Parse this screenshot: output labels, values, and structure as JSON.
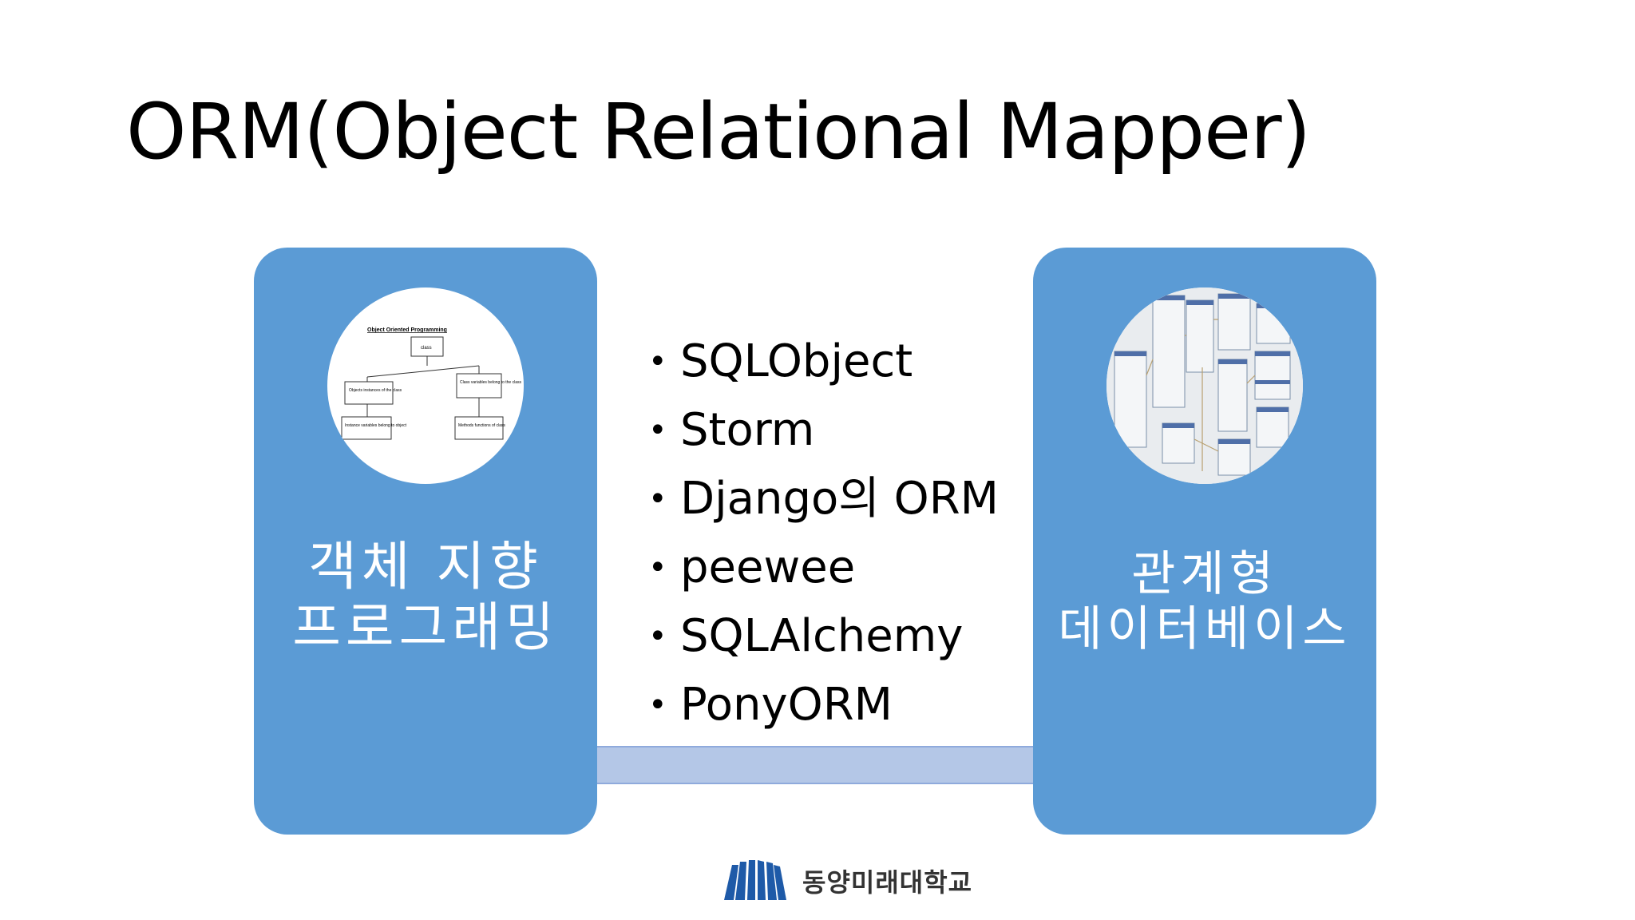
{
  "slide": {
    "title": "ORM(Object Relational Mapper)"
  },
  "left_box": {
    "label_line1": "객체 지향",
    "label_line2": "프로그래밍",
    "image_title": "Object Oriented Programming",
    "image_class": "class",
    "image_objects": "Objects instances of the class",
    "image_properties": "Class variables belong to the class",
    "image_instance_vars": "Instance variables belong to object",
    "image_methods": "Methods functions of class"
  },
  "right_box": {
    "label_line1": "관계형",
    "label_line2": "데이터베이스"
  },
  "orm_list": {
    "items": [
      "SQLObject",
      "Storm",
      "Django의 ORM",
      "peewee",
      "SQLAlchemy",
      "PonyORM"
    ]
  },
  "footer": {
    "org_name": "동양미래대학교"
  },
  "colors": {
    "box": "#5b9bd5",
    "arrow_fill": "#b4c7e7",
    "arrow_stroke": "#8faadc"
  }
}
